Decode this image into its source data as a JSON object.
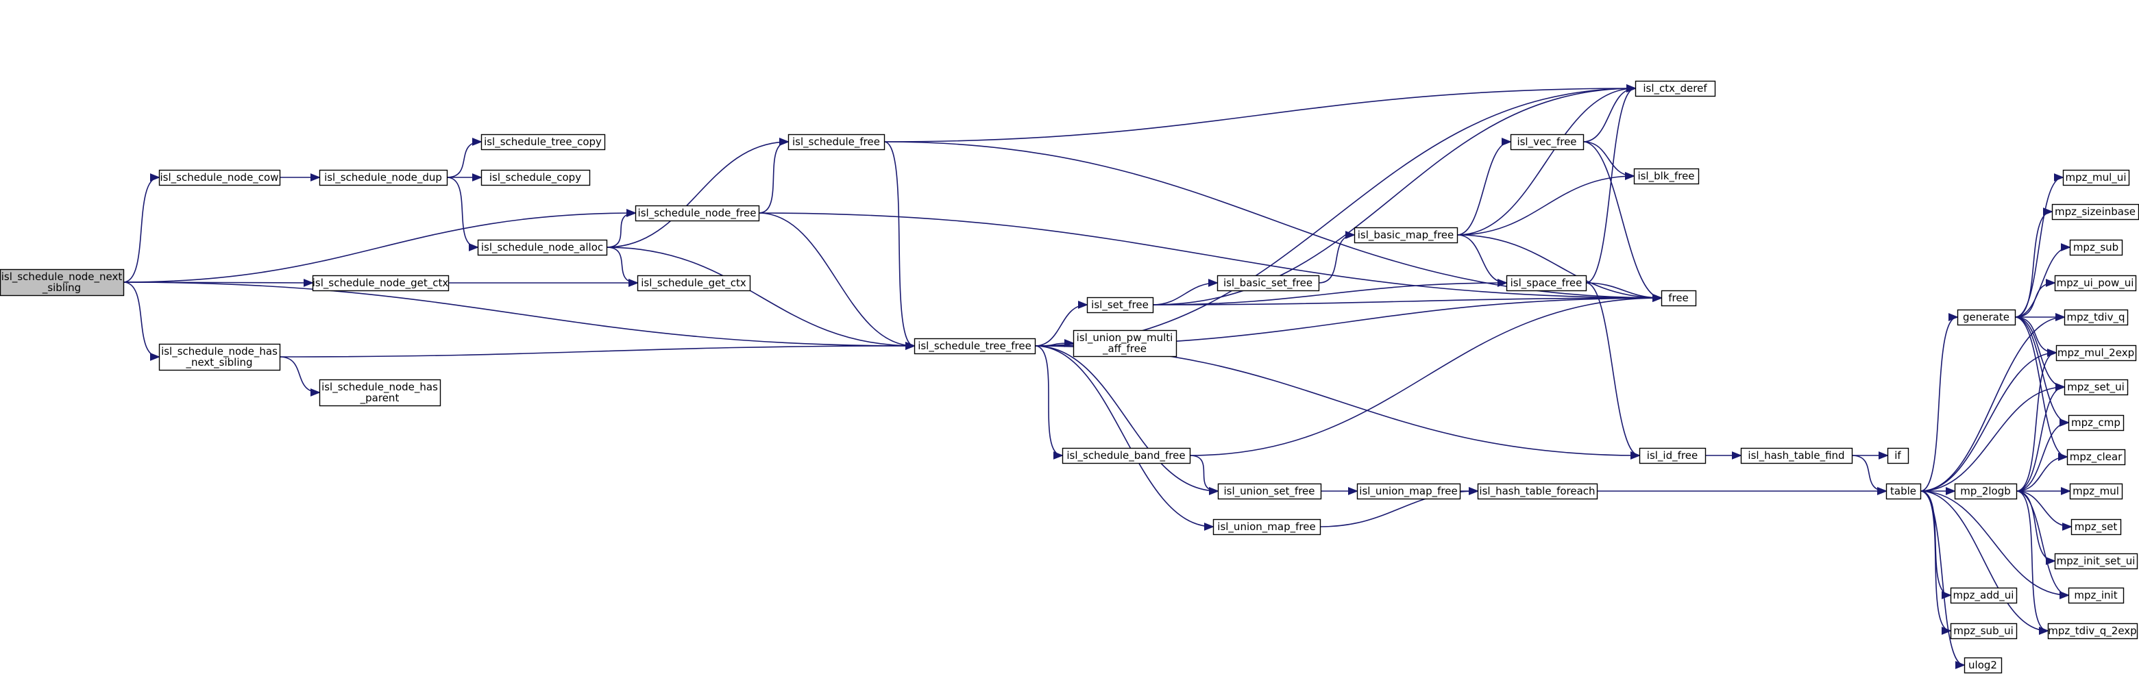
{
  "graph": {
    "nodes": [
      {
        "id": "root",
        "lines": [
          "isl_schedule_node_next",
          "_sibling"
        ],
        "style": "root"
      },
      {
        "id": "cow",
        "lines": [
          "isl_schedule_node_cow"
        ]
      },
      {
        "id": "dup",
        "lines": [
          "isl_schedule_node_dup"
        ]
      },
      {
        "id": "tree_copy",
        "lines": [
          "isl_schedule_tree_copy"
        ]
      },
      {
        "id": "sched_copy",
        "lines": [
          "isl_schedule_copy"
        ]
      },
      {
        "id": "node_alloc",
        "lines": [
          "isl_schedule_node_alloc"
        ]
      },
      {
        "id": "node_free",
        "lines": [
          "isl_schedule_node_free"
        ]
      },
      {
        "id": "sched_free",
        "lines": [
          "isl_schedule_free"
        ]
      },
      {
        "id": "get_ctx_node",
        "lines": [
          "isl_schedule_node_get_ctx"
        ]
      },
      {
        "id": "sched_get_ctx",
        "lines": [
          "isl_schedule_get_ctx"
        ]
      },
      {
        "id": "has_next",
        "lines": [
          "isl_schedule_node_has",
          "_next_sibling"
        ]
      },
      {
        "id": "has_parent",
        "lines": [
          "isl_schedule_node_has",
          "_parent"
        ]
      },
      {
        "id": "tree_free",
        "lines": [
          "isl_schedule_tree_free"
        ]
      },
      {
        "id": "set_free",
        "lines": [
          "isl_set_free"
        ]
      },
      {
        "id": "upma_free",
        "lines": [
          "isl_union_pw_multi",
          "_aff_free"
        ]
      },
      {
        "id": "band_free",
        "lines": [
          "isl_schedule_band_free"
        ]
      },
      {
        "id": "uset_free",
        "lines": [
          "isl_union_set_free"
        ]
      },
      {
        "id": "umap_free",
        "lines": [
          "isl_union_map_free"
        ]
      },
      {
        "id": "basic_set_free",
        "lines": [
          "isl_basic_set_free"
        ]
      },
      {
        "id": "basic_map_free",
        "lines": [
          "isl_basic_map_free"
        ]
      },
      {
        "id": "vec_free",
        "lines": [
          "isl_vec_free"
        ]
      },
      {
        "id": "space_free",
        "lines": [
          "isl_space_free"
        ]
      },
      {
        "id": "ctx_deref",
        "lines": [
          "isl_ctx_deref"
        ]
      },
      {
        "id": "blk_free",
        "lines": [
          "isl_blk_free"
        ]
      },
      {
        "id": "free",
        "lines": [
          "free"
        ]
      },
      {
        "id": "id_free",
        "lines": [
          "isl_id_free"
        ]
      },
      {
        "id": "ht_find",
        "lines": [
          "isl_hash_table_find"
        ]
      },
      {
        "id": "if",
        "lines": [
          "if"
        ]
      },
      {
        "id": "ht_foreach",
        "lines": [
          "isl_hash_table_foreach"
        ]
      },
      {
        "id": "table",
        "lines": [
          "table"
        ]
      },
      {
        "id": "generate",
        "lines": [
          "generate"
        ]
      },
      {
        "id": "mp_2logb",
        "lines": [
          "mp_2logb"
        ],
        "style": "red"
      },
      {
        "id": "mpz_add_ui",
        "lines": [
          "mpz_add_ui"
        ]
      },
      {
        "id": "mpz_sub_ui",
        "lines": [
          "mpz_sub_ui"
        ]
      },
      {
        "id": "ulog2",
        "lines": [
          "ulog2"
        ]
      },
      {
        "id": "mpz_mul_ui",
        "lines": [
          "mpz_mul_ui"
        ]
      },
      {
        "id": "mpz_sizeinbase",
        "lines": [
          "mpz_sizeinbase"
        ]
      },
      {
        "id": "mpz_sub",
        "lines": [
          "mpz_sub"
        ]
      },
      {
        "id": "mpz_ui_pow_ui",
        "lines": [
          "mpz_ui_pow_ui"
        ]
      },
      {
        "id": "mpz_tdiv_q",
        "lines": [
          "mpz_tdiv_q"
        ]
      },
      {
        "id": "mpz_mul_2exp",
        "lines": [
          "mpz_mul_2exp"
        ]
      },
      {
        "id": "mpz_set_ui",
        "lines": [
          "mpz_set_ui"
        ]
      },
      {
        "id": "mpz_cmp",
        "lines": [
          "mpz_cmp"
        ]
      },
      {
        "id": "mpz_clear",
        "lines": [
          "mpz_clear"
        ]
      },
      {
        "id": "mpz_mul",
        "lines": [
          "mpz_mul"
        ]
      },
      {
        "id": "mpz_set",
        "lines": [
          "mpz_set"
        ]
      },
      {
        "id": "mpz_init_set_ui",
        "lines": [
          "mpz_init_set_ui"
        ]
      },
      {
        "id": "mpz_init",
        "lines": [
          "mpz_init"
        ]
      },
      {
        "id": "mpz_tdiv_q_2exp",
        "lines": [
          "mpz_tdiv_q_2exp"
        ]
      }
    ],
    "edges": [
      [
        "root",
        "cow"
      ],
      [
        "root",
        "node_free"
      ],
      [
        "root",
        "get_ctx_node"
      ],
      [
        "root",
        "has_next"
      ],
      [
        "root",
        "tree_free"
      ],
      [
        "cow",
        "dup"
      ],
      [
        "dup",
        "tree_copy"
      ],
      [
        "dup",
        "sched_copy"
      ],
      [
        "dup",
        "node_alloc"
      ],
      [
        "node_alloc",
        "sched_free"
      ],
      [
        "node_alloc",
        "node_free"
      ],
      [
        "node_alloc",
        "sched_get_ctx"
      ],
      [
        "node_alloc",
        "tree_free"
      ],
      [
        "node_free",
        "sched_free"
      ],
      [
        "node_free",
        "free"
      ],
      [
        "node_free",
        "tree_free"
      ],
      [
        "sched_free",
        "ctx_deref"
      ],
      [
        "sched_free",
        "free"
      ],
      [
        "sched_free",
        "tree_free"
      ],
      [
        "get_ctx_node",
        "sched_get_ctx"
      ],
      [
        "has_next",
        "tree_free"
      ],
      [
        "has_next",
        "has_parent"
      ],
      [
        "tree_free",
        "ctx_deref"
      ],
      [
        "tree_free",
        "set_free"
      ],
      [
        "tree_free",
        "upma_free"
      ],
      [
        "tree_free",
        "free"
      ],
      [
        "tree_free",
        "id_free"
      ],
      [
        "tree_free",
        "band_free"
      ],
      [
        "tree_free",
        "uset_free"
      ],
      [
        "tree_free",
        "umap_free"
      ],
      [
        "set_free",
        "ctx_deref"
      ],
      [
        "set_free",
        "basic_set_free"
      ],
      [
        "set_free",
        "space_free"
      ],
      [
        "set_free",
        "free"
      ],
      [
        "basic_set_free",
        "basic_map_free"
      ],
      [
        "basic_map_free",
        "ctx_deref"
      ],
      [
        "basic_map_free",
        "vec_free"
      ],
      [
        "basic_map_free",
        "blk_free"
      ],
      [
        "basic_map_free",
        "space_free"
      ],
      [
        "basic_map_free",
        "free"
      ],
      [
        "vec_free",
        "ctx_deref"
      ],
      [
        "vec_free",
        "blk_free"
      ],
      [
        "vec_free",
        "free"
      ],
      [
        "space_free",
        "ctx_deref"
      ],
      [
        "space_free",
        "free"
      ],
      [
        "space_free",
        "id_free"
      ],
      [
        "band_free",
        "free"
      ],
      [
        "band_free",
        "uset_free"
      ],
      [
        "uset_free",
        "umap_free_b"
      ],
      [
        "umap_free",
        "ht_foreach"
      ],
      [
        "id_free",
        "ht_find"
      ],
      [
        "ht_find",
        "if"
      ],
      [
        "ht_find",
        "table"
      ],
      [
        "ht_foreach",
        "table"
      ],
      [
        "table",
        "generate"
      ],
      [
        "table",
        "mp_2logb"
      ],
      [
        "table",
        "mpz_add_ui"
      ],
      [
        "table",
        "mpz_sub_ui"
      ],
      [
        "table",
        "ulog2"
      ],
      [
        "table",
        "mpz_tdiv_q"
      ],
      [
        "table",
        "mpz_mul_2exp"
      ],
      [
        "table",
        "mpz_set_ui"
      ],
      [
        "table",
        "mpz_init"
      ],
      [
        "table",
        "mpz_tdiv_q_2exp"
      ],
      [
        "generate",
        "mpz_mul_ui"
      ],
      [
        "generate",
        "mpz_sizeinbase"
      ],
      [
        "generate",
        "mpz_sub"
      ],
      [
        "generate",
        "mpz_ui_pow_ui"
      ],
      [
        "generate",
        "mpz_tdiv_q"
      ],
      [
        "generate",
        "mpz_mul_2exp"
      ],
      [
        "generate",
        "mpz_set_ui"
      ],
      [
        "generate",
        "mpz_cmp"
      ],
      [
        "generate",
        "mpz_clear"
      ],
      [
        "mp_2logb",
        "mpz_set_ui"
      ],
      [
        "mp_2logb",
        "mpz_mul_2exp"
      ],
      [
        "mp_2logb",
        "mpz_cmp"
      ],
      [
        "mp_2logb",
        "mpz_clear"
      ],
      [
        "mp_2logb",
        "mpz_mul"
      ],
      [
        "mp_2logb",
        "mpz_set"
      ],
      [
        "mp_2logb",
        "mpz_init_set_ui"
      ],
      [
        "mp_2logb",
        "mpz_init"
      ],
      [
        "mp_2logb",
        "mpz_tdiv_q_2exp"
      ]
    ],
    "colors": {
      "edge": "#191970",
      "node_fill": "#ffffff",
      "root_fill": "#bfbfbf",
      "red_border": "#ff0000"
    }
  }
}
